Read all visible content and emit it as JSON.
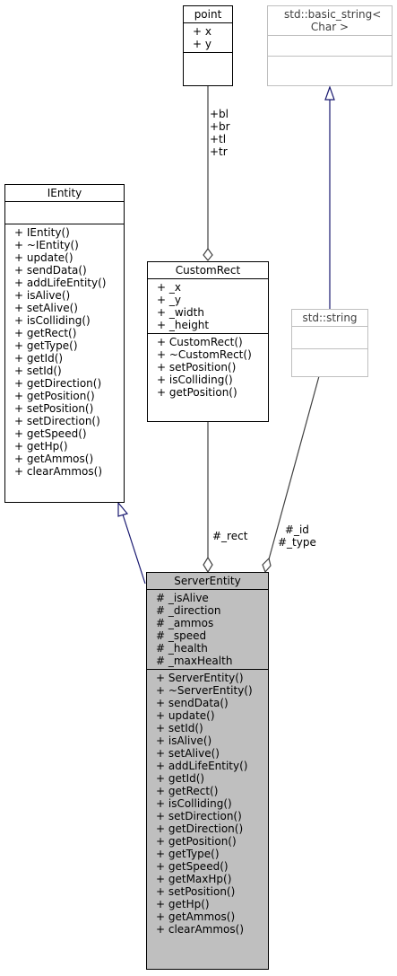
{
  "classes": {
    "point": {
      "title": "point",
      "attributes": [
        "+ x",
        "+ y"
      ],
      "methods": []
    },
    "basic_string": {
      "title": "std::basic_string< Char >",
      "attributes": [],
      "methods": []
    },
    "ientity": {
      "title": "IEntity",
      "attributes": [],
      "methods": [
        "+ IEntity()",
        "+ ~IEntity()",
        "+ update()",
        "+ sendData()",
        "+ addLifeEntity()",
        "+ isAlive()",
        "+ setAlive()",
        "+ isColliding()",
        "+ getRect()",
        "+ getType()",
        "+ getId()",
        "+ setId()",
        "+ getDirection()",
        "+ getPosition()",
        "+ setPosition()",
        "+ setDirection()",
        "+ getSpeed()",
        "+ getHp()",
        "+ getAmmos()",
        "+ clearAmmos()"
      ]
    },
    "customrect": {
      "title": "CustomRect",
      "attributes": [
        "+ _x",
        "+ _y",
        "+ _width",
        "+ _height"
      ],
      "methods": [
        "+ CustomRect()",
        "+ ~CustomRect()",
        "+ setPosition()",
        "+ isColliding()",
        "+ getPosition()"
      ]
    },
    "stdstring": {
      "title": "std::string",
      "attributes": [],
      "methods": []
    },
    "serverentity": {
      "title": "ServerEntity",
      "attributes": [
        "# _isAlive",
        "# _direction",
        "# _ammos",
        "# _speed",
        "# _health",
        "# _maxHealth"
      ],
      "methods": [
        "+ ServerEntity()",
        "+ ~ServerEntity()",
        "+ sendData()",
        "+ update()",
        "+ setId()",
        "+ isAlive()",
        "+ setAlive()",
        "+ addLifeEntity()",
        "+ getId()",
        "+ getRect()",
        "+ isColliding()",
        "+ setDirection()",
        "+ getDirection()",
        "+ getPosition()",
        "+ getType()",
        "+ getSpeed()",
        "+ getMaxHp()",
        "+ setPosition()",
        "+ getHp()",
        "+ getAmmos()",
        "+ clearAmmos()"
      ]
    }
  },
  "edges": {
    "point_to_rect": [
      "+bl",
      "+br",
      "+tl",
      "+tr"
    ],
    "rect_to_server": [
      "#_rect"
    ],
    "string_to_server": [
      "#_id",
      "#_type"
    ]
  },
  "colors": {
    "inheritance": "#191970",
    "composition": "#404040",
    "selected_fill": "#bfbfbf",
    "gray_border": "#bfbfbf"
  }
}
